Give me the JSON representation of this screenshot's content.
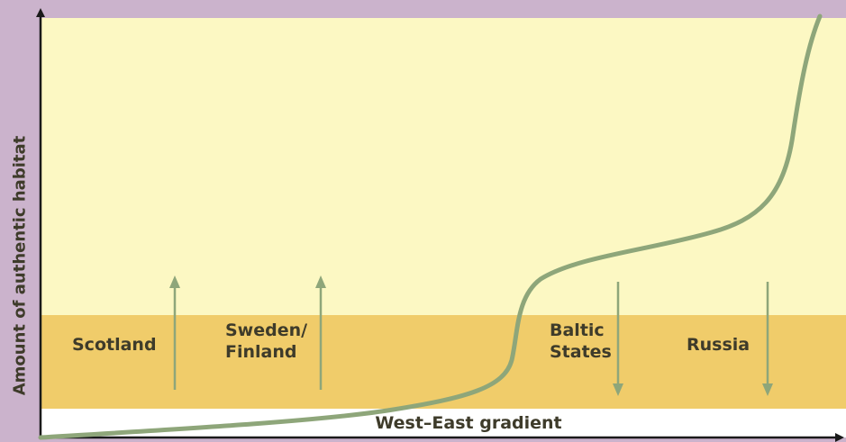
{
  "axes": {
    "y_label": "Amount of authentic habitat",
    "x_label": "West–East gradient"
  },
  "regions": [
    {
      "name": "Scotland",
      "direction": "up"
    },
    {
      "name": "Sweden/ Finland",
      "direction": "up"
    },
    {
      "name": "Baltic States",
      "direction": "down"
    },
    {
      "name": "Russia",
      "direction": "down"
    }
  ],
  "colors": {
    "frame": "#cbb3cc",
    "plot_area": "#fcf8c3",
    "band": "#f0cc6a",
    "curve": "#8ea67a",
    "arrow": "#8ea67a",
    "text": "#3e3b2a"
  }
}
